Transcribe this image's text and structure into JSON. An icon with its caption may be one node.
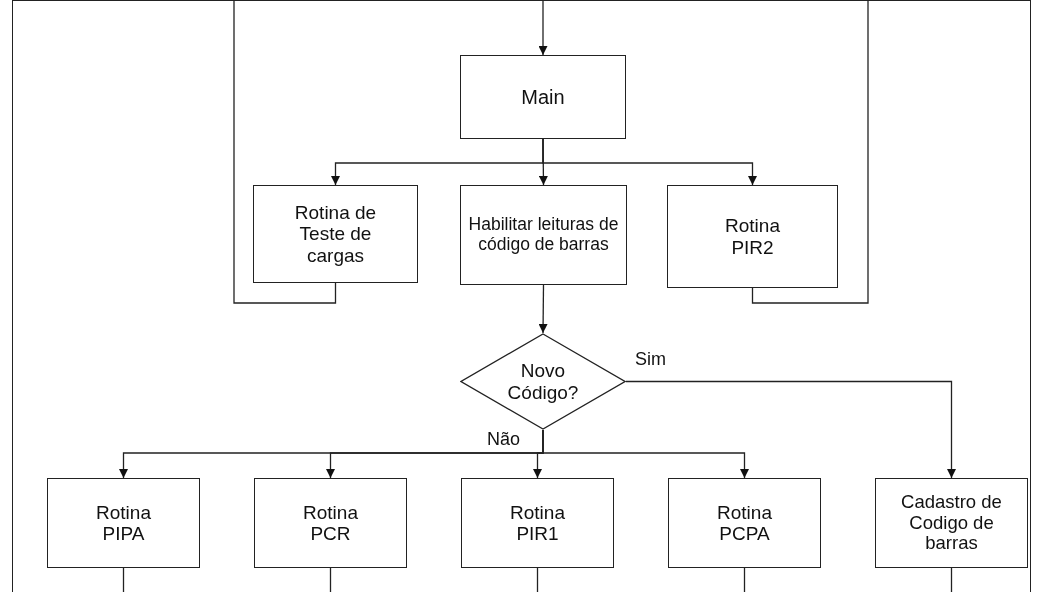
{
  "diagram": {
    "nodes": [
      {
        "text": [
          "Main"
        ]
      },
      {
        "text": [
          "Rotina de Teste de cargas"
        ]
      },
      {
        "text": [
          "Habilitar leituras de código de barras"
        ]
      },
      {
        "text": [
          "Rotina PIR2"
        ]
      },
      {
        "text": [
          "Novo Código?"
        ]
      },
      {
        "text": [
          "Rotina PIPA"
        ]
      },
      {
        "text": [
          "Rotina PCR"
        ]
      },
      {
        "text": [
          "Rotina PIR1"
        ]
      },
      {
        "text": [
          "Rotina PCPA"
        ]
      },
      {
        "text": [
          "Cadastro de Codigo de barras"
        ]
      }
    ],
    "edges": [
      {
        "from": null,
        "to": 0,
        "arrow": "to"
      },
      {
        "from": 0,
        "to": 1,
        "arrow": "to"
      },
      {
        "from": 0,
        "to": 2,
        "arrow": "to"
      },
      {
        "from": 0,
        "to": 3,
        "arrow": "to"
      },
      {
        "from": 1,
        "to": null,
        "arrow": "none"
      },
      {
        "from": 3,
        "to": null,
        "arrow": "none"
      },
      {
        "from": 2,
        "to": 4,
        "arrow": "to"
      },
      {
        "from": 4,
        "to": 9,
        "arrow": "to",
        "label": "Sim"
      },
      {
        "from": 4,
        "to": 5,
        "arrow": "to"
      },
      {
        "from": 4,
        "to": 6,
        "arrow": "to"
      },
      {
        "from": 4,
        "to": 7,
        "arrow": "to",
        "label": "Não"
      },
      {
        "from": 4,
        "to": 8,
        "arrow": "to"
      },
      {
        "from": 5,
        "to": null,
        "arrow": "none"
      },
      {
        "from": 6,
        "to": null,
        "arrow": "none"
      },
      {
        "from": 7,
        "to": null,
        "arrow": "none"
      },
      {
        "from": 8,
        "to": null,
        "arrow": "none"
      },
      {
        "from": 9,
        "to": null,
        "arrow": "none"
      }
    ]
  }
}
